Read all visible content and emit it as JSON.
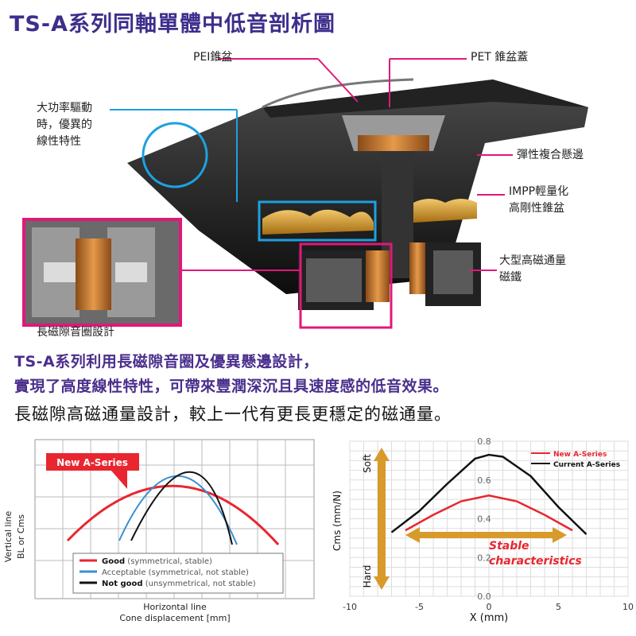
{
  "title": "TS-A系列同軸單體中低音剖析圖",
  "callouts": {
    "pei_cone": "PEI錐盆",
    "pet_cap": "PET 錐盆蓋",
    "high_power": [
      "大功率驅動",
      "時，優異的",
      "線性特性"
    ],
    "surround": "彈性複合懸邊",
    "impp": [
      "IMPP輕量化",
      "高剛性錐盆"
    ],
    "magnet": [
      "大型高磁通量",
      "磁鐵"
    ],
    "long_gap": "長磁隙音圈設計"
  },
  "headline": [
    "TS-A系列利用長磁隙音圈及優異懸邊設計，",
    "實現了高度線性特性，可帶來豐潤深沉且具速度感的低音效果。"
  ],
  "subtext": "長磁隙高磁通量設計，較上一代有更長更穩定的磁通量。",
  "left_chart": {
    "badge": "New A-Series",
    "ylabel": [
      "Vertical line",
      "BL or Cms"
    ],
    "xlabel": [
      "Horizontal line",
      "Cone displacement [mm]"
    ],
    "legend": [
      {
        "bold": "Good",
        "rest": " (symmetrical, stable)",
        "color": "#e8262f"
      },
      {
        "bold": "",
        "rest": "Acceptable (symmetrical, not stable)",
        "color": "#3a8fd0"
      },
      {
        "bold": "Not good",
        "rest": " (unsymmetrical, not stable)",
        "color": "#111111"
      }
    ]
  },
  "chart_data": {
    "type": "line",
    "title": "",
    "xlabel": "X (mm)",
    "ylabel": "Cms (mm/N)",
    "xlim": [
      -10,
      10
    ],
    "ylim": [
      0.0,
      0.8
    ],
    "x_ticks": [
      "-10",
      "-5",
      "0",
      "5",
      "10"
    ],
    "y_ticks": [
      "0.0",
      "0.2",
      "0.4",
      "0.6",
      "0.8"
    ],
    "grid": true,
    "legend_position": "top-right",
    "series": [
      {
        "name": "New A-Series",
        "color": "#e8262f",
        "x": [
          -6,
          -4,
          -2,
          0,
          2,
          4,
          6
        ],
        "y": [
          0.34,
          0.42,
          0.49,
          0.52,
          0.49,
          0.42,
          0.34
        ]
      },
      {
        "name": "Current A-Series",
        "color": "#111111",
        "x": [
          -7,
          -5,
          -3,
          -1,
          0,
          1,
          3,
          5,
          7
        ],
        "y": [
          0.33,
          0.44,
          0.58,
          0.71,
          0.73,
          0.72,
          0.62,
          0.46,
          0.32
        ]
      }
    ],
    "annotations": {
      "soft": "Soft",
      "hard": "Hard",
      "stable": [
        "Stable",
        "characteristics"
      ]
    }
  }
}
